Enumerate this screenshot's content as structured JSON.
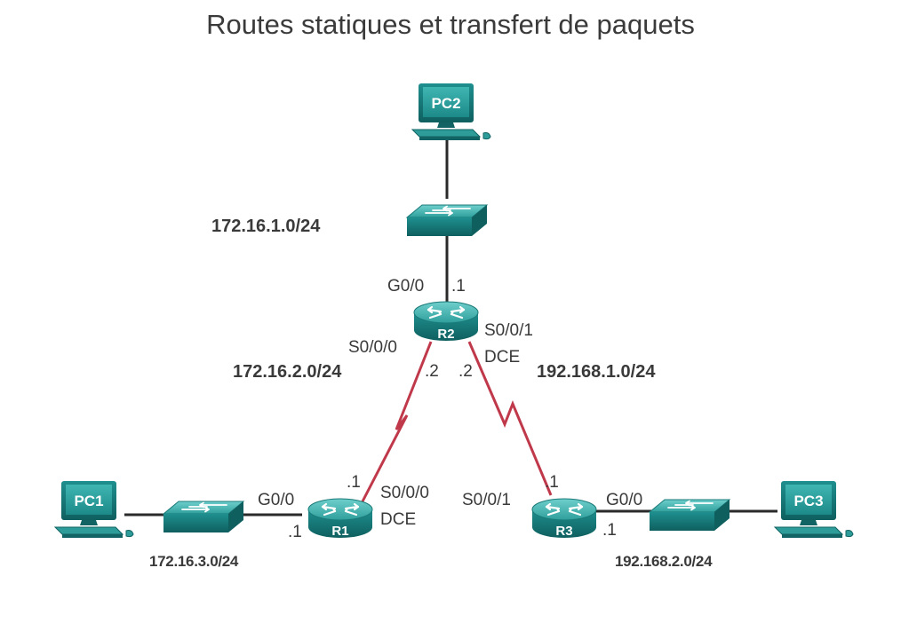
{
  "title": "Routes statiques et transfert de paquets",
  "devices": {
    "pc1": "PC1",
    "pc2": "PC2",
    "pc3": "PC3",
    "r1": "R1",
    "r2": "R2",
    "r3": "R3"
  },
  "networks": {
    "n_172_16_1": "172.16.1.0/24",
    "n_172_16_2": "172.16.2.0/24",
    "n_192_168_1": "192.168.1.0/24",
    "n_172_16_3": "172.16.3.0/24",
    "n_192_168_2": "192.168.2.0/24"
  },
  "interfaces": {
    "r2_g00": "G0/0",
    "r2_g00_ip": ".1",
    "r2_s000": "S0/0/0",
    "r2_s000_ip": ".2",
    "r2_s001": "S0/0/1",
    "r2_s001_dce": "DCE",
    "r2_s001_ip": ".2",
    "r1_g00": "G0/0",
    "r1_g00_ip": ".1",
    "r1_s000": "S0/0/0",
    "r1_s000_dce": "DCE",
    "r1_s000_ip": ".1",
    "r3_s001": "S0/0/1",
    "r3_s001_ip": ".1",
    "r3_g00": "G0/0",
    "r3_g00_ip": ".1"
  },
  "colors": {
    "device": "#1f8f8f",
    "device_dark": "#126464",
    "device_light": "#5fc3c0",
    "ethernet_link": "#2a2a2a",
    "serial_link": "#c0394b"
  },
  "icons": {
    "pc": "pc-icon",
    "switch": "switch-icon",
    "router": "router-icon"
  }
}
